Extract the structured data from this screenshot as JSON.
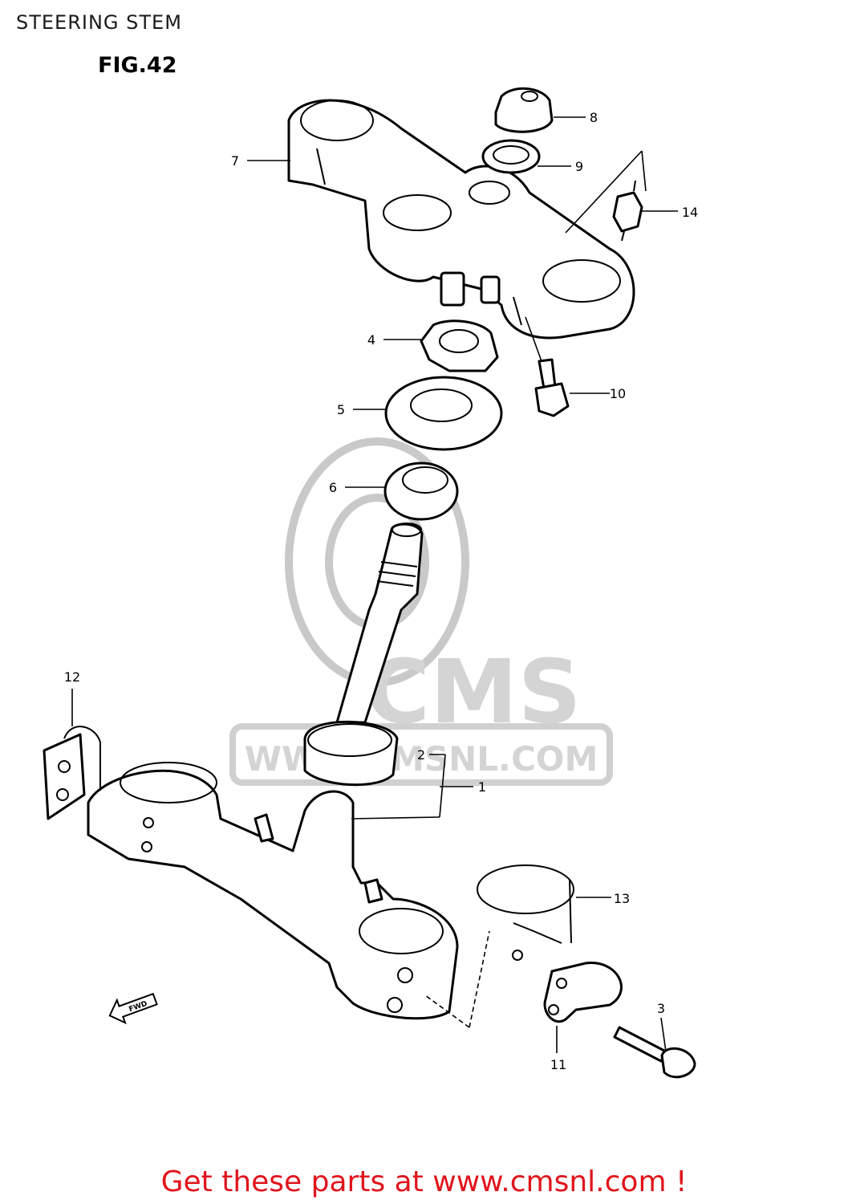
{
  "page": {
    "title": "STEERING STEM"
  },
  "figure": {
    "label": "FIG.42"
  },
  "callouts": [
    {
      "id": "part-1",
      "num": "1"
    },
    {
      "id": "part-2",
      "num": "2"
    },
    {
      "id": "part-3",
      "num": "3"
    },
    {
      "id": "part-4",
      "num": "4"
    },
    {
      "id": "part-5",
      "num": "5"
    },
    {
      "id": "part-6",
      "num": "6"
    },
    {
      "id": "part-7",
      "num": "7"
    },
    {
      "id": "part-8",
      "num": "8"
    },
    {
      "id": "part-9",
      "num": "9"
    },
    {
      "id": "part-10",
      "num": "10"
    },
    {
      "id": "part-11",
      "num": "11"
    },
    {
      "id": "part-12",
      "num": "12"
    },
    {
      "id": "part-13",
      "num": "13"
    },
    {
      "id": "part-14",
      "num": "14"
    }
  ],
  "direction_badge": {
    "text": "FWD"
  },
  "watermark": {
    "brand": "CMS",
    "url": "WWW.CMSNL.COM"
  },
  "footer": {
    "cta": "Get these parts at www.cmsnl.com !"
  }
}
